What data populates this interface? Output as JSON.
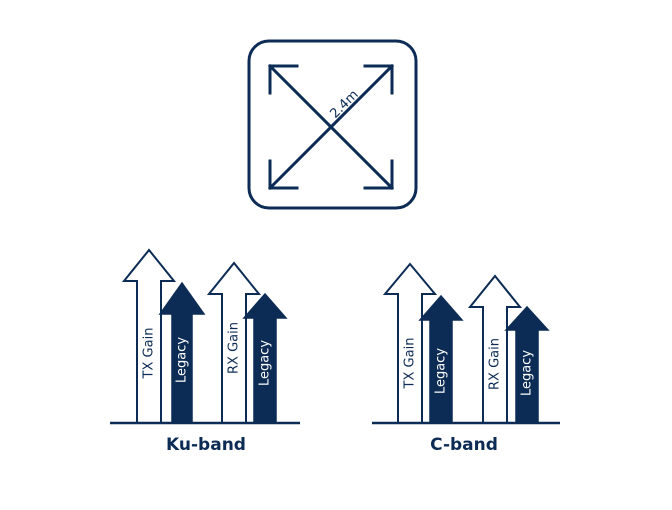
{
  "colors": {
    "navy": "#0c2c55",
    "white": "#ffffff"
  },
  "antenna": {
    "size_label": "2.4m",
    "icon": "expand-diagonal-icon"
  },
  "bands": [
    {
      "name": "Ku-band",
      "tx_label": "TX Gain",
      "tx_legacy_label": "Legacy",
      "rx_label": "RX Gain",
      "rx_legacy_label": "Legacy"
    },
    {
      "name": "C-band",
      "tx_label": "TX Gain",
      "tx_legacy_label": "Legacy",
      "rx_label": "RX Gain",
      "rx_legacy_label": "Legacy"
    }
  ]
}
